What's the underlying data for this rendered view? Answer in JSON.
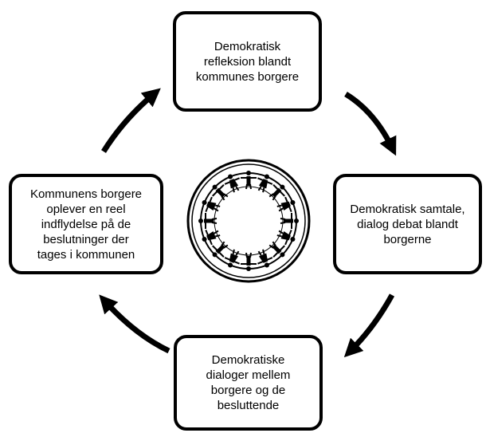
{
  "diagram": {
    "boxes": {
      "top": "Demokratisk\nrefleksion blandt\nkommunes borgere",
      "right": "Demokratisk samtale,\ndialog debat blandt\nborgerne",
      "bottom": "Demokratiske\ndialoger mellem\nborgere og de\nbesluttende",
      "left": "Kommunens borgere\noplever en reel\nindflydelse på de\nbeslutninger der\ntages i kommunen"
    },
    "center_emblem": "circle-of-people-holding-hands-icon",
    "arrows": [
      "top-to-right",
      "right-to-bottom",
      "bottom-to-left",
      "left-to-top"
    ],
    "colors": {
      "stroke": "#000000",
      "background": "#ffffff"
    }
  }
}
